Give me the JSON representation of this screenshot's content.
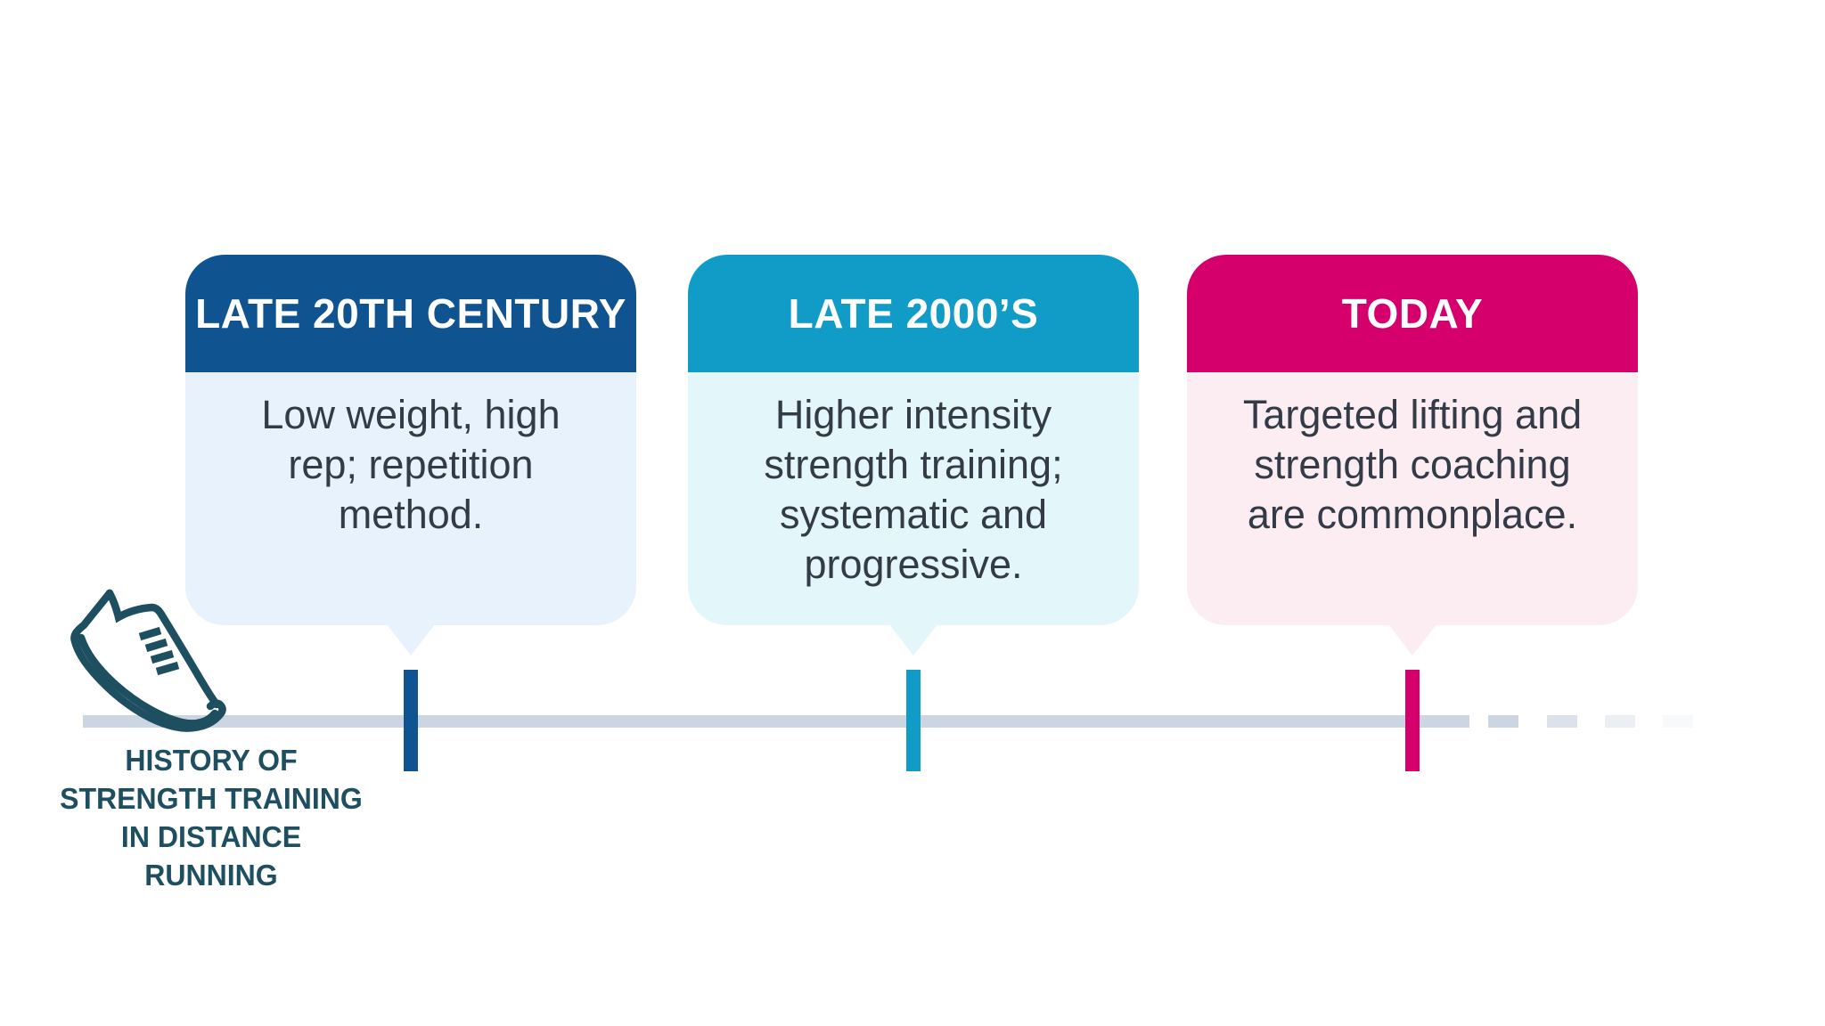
{
  "infographic": {
    "title": "HISTORY OF\nSTRENGTH TRAINING\nIN DISTANCE\nRUNNING",
    "title_color": "#1d4f61",
    "icon": "running-shoe-icon",
    "icon_color": "#1d4f61",
    "timeline_color": "#ccd6e2"
  },
  "cards": [
    {
      "label": "LATE 20TH CENTURY",
      "body": "Low weight, high\nrep; repetition\nmethod.",
      "header_color": "#0f5391",
      "body_color": "#e7f2fc",
      "tick_color": "#0f5391"
    },
    {
      "label": "LATE 2000’S",
      "body": "Higher intensity\nstrength training;\nsystematic and\nprogressive.",
      "header_color": "#119cc7",
      "body_color": "#e3f6fa",
      "tick_color": "#119cc7"
    },
    {
      "label": "TODAY",
      "body": "Targeted lifting and\nstrength coaching\nare commonplace.",
      "header_color": "#d6006c",
      "body_color": "#fcedf3",
      "tick_color": "#d6006c"
    }
  ]
}
